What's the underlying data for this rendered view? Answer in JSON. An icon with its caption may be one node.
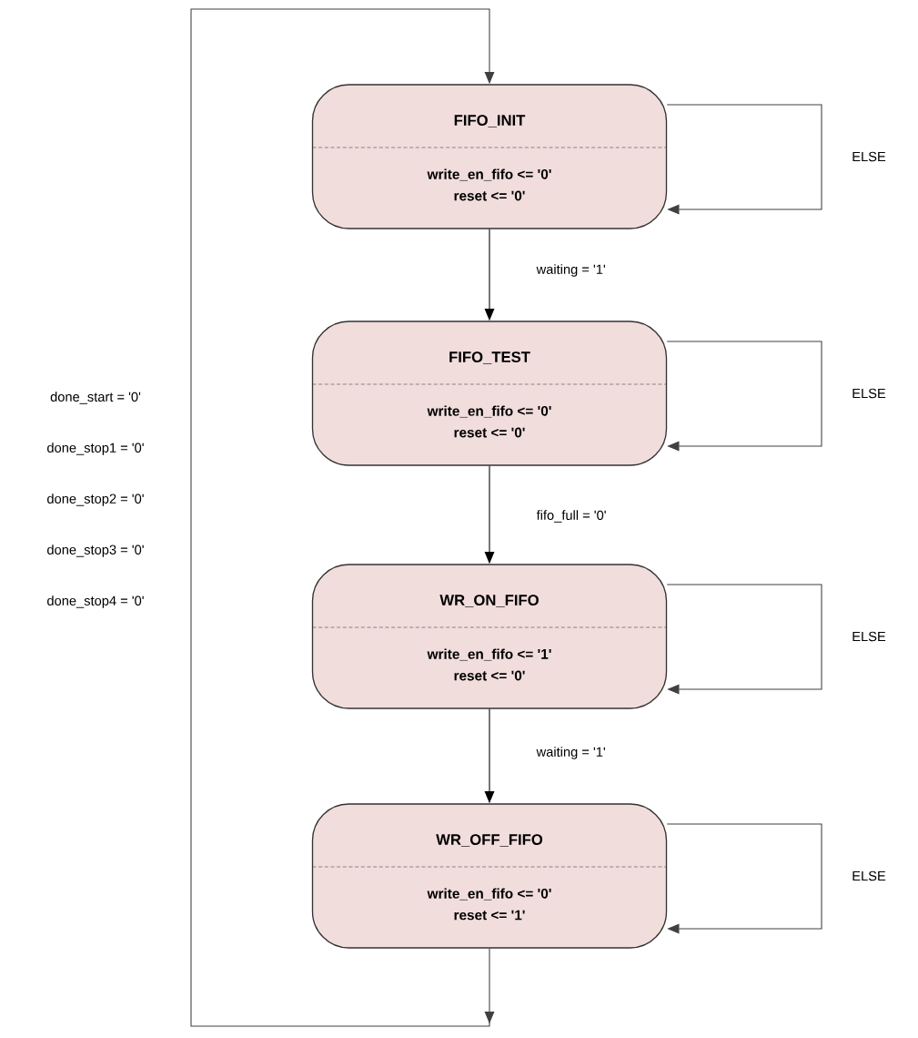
{
  "diagram": {
    "nodes": [
      {
        "text": [
          "FIFO_INIT",
          "write_en_fifo <= '0'",
          "reset <= '0'"
        ]
      },
      {
        "text": [
          "FIFO_TEST",
          "write_en_fifo <= '0'",
          "reset <= '0'"
        ]
      },
      {
        "text": [
          "WR_ON_FIFO",
          "write_en_fifo <= '1'",
          "reset <= '0'"
        ]
      },
      {
        "text": [
          "WR_OFF_FIFO",
          "write_en_fifo <= '0'",
          "reset <= '1'"
        ]
      }
    ],
    "edges": [
      {
        "from": 0,
        "to": 1,
        "arrow": "to",
        "label": "waiting = '1'"
      },
      {
        "from": 1,
        "to": 2,
        "arrow": "to",
        "label": "fifo_full = '0'"
      },
      {
        "from": 2,
        "to": 3,
        "arrow": "to",
        "label": "waiting = '1'"
      },
      {
        "from": 3,
        "to": 0,
        "arrow": "to"
      },
      {
        "from": 0,
        "to": 0,
        "arrow": "to",
        "label": "ELSE"
      },
      {
        "from": 1,
        "to": 1,
        "arrow": "to",
        "label": "ELSE"
      },
      {
        "from": 2,
        "to": 2,
        "arrow": "to",
        "label": "ELSE"
      },
      {
        "from": 3,
        "to": 3,
        "arrow": "to",
        "label": "ELSE"
      }
    ],
    "labels": [
      "done_start = '0'",
      "done_stop1 = '0'",
      "done_stop2 = '0'",
      "done_stop3 = '0'",
      "done_stop4 = '0'"
    ]
  }
}
